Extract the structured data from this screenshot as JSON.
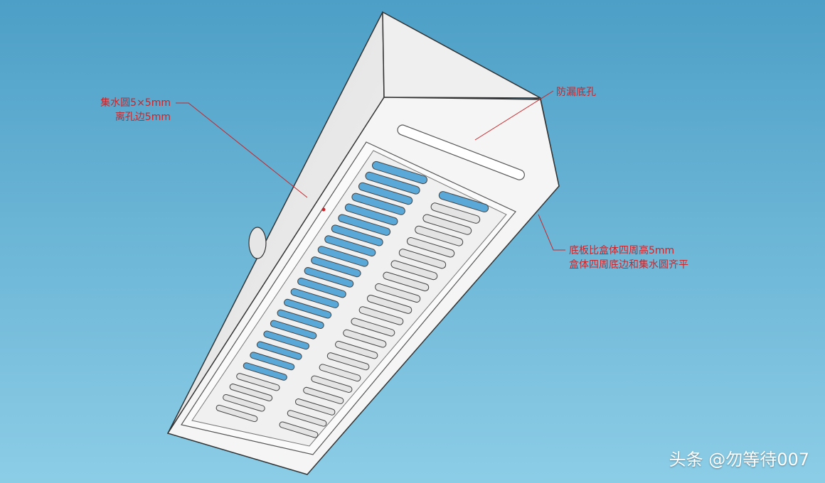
{
  "colors": {
    "background_top": "#4d9fc7",
    "background_bottom": "#8ccde6",
    "annotation": "#c8262b",
    "slot_fill": "#5aa8d8",
    "panel": "#f4f4f4"
  },
  "annotations": {
    "left_line1": "集水圆5×5mm",
    "left_line2": "离孔边5mm",
    "top": "防漏底孔",
    "right_line1": "底板比盒体四周高5mm",
    "right_line2": "盒体四周底边和集水圆齐平"
  },
  "watermark": "头条 @勿等待007"
}
